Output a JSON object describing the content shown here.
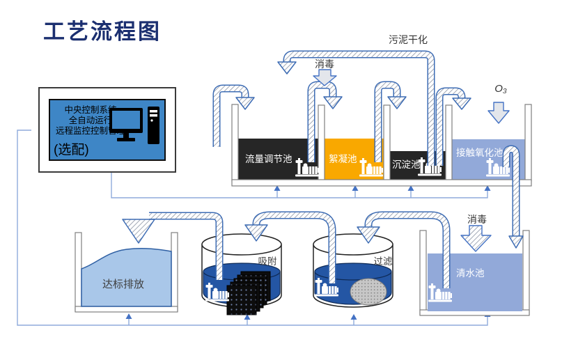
{
  "title": "工艺流程图",
  "control_box": {
    "line1": "中央控制系统",
    "line2": "全自动运行",
    "line3": "远程监控控制管理",
    "line4": "(选配)"
  },
  "labels": {
    "sludge_drying": "污泥干化",
    "disinfect_top": "消毒",
    "ozone": "O₃",
    "disinfect_bottom": "消毒"
  },
  "tanks": {
    "flow_regulation": "流量调节池",
    "flocculation": "絮凝池",
    "sedimentation": "沉淀池",
    "contact_oxidation": "接触氧化池",
    "clean_water": "清水池",
    "adsorption": "吸附",
    "filtration": "过滤",
    "discharge": "达标排放"
  },
  "colors": {
    "title": "#1B2F70",
    "control_box_fill": "#3E86C6",
    "tank_dark": "#262626",
    "tank_amber": "#F9A800",
    "tank_periwinkle": "#92A9D9",
    "round_tank_water": "#2456A4",
    "discharge_water": "#A9C7E9",
    "pipe_stroke": "#3D6CB4",
    "thin_line": "#8FAADC",
    "arrow_fill": "#4472C4",
    "gray_arrow_fill": "#E3E6EB"
  }
}
